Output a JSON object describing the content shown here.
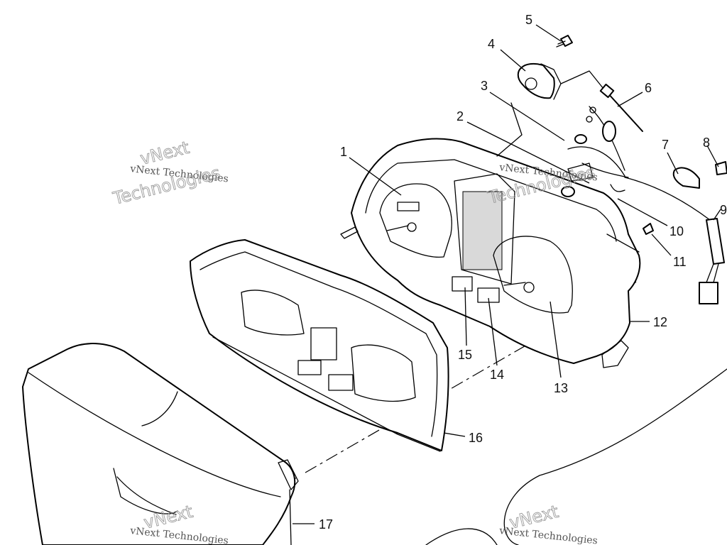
{
  "callouts": {
    "p1": "1",
    "p2": "2",
    "p3": "3",
    "p4": "4",
    "p5": "5",
    "p6": "6",
    "p7": "7",
    "p8": "8",
    "p9": "9",
    "p10": "10",
    "p11": "11",
    "p12": "12",
    "p13": "13",
    "p14": "14",
    "p15": "15",
    "p16": "16",
    "p17": "17"
  },
  "watermark": {
    "line_small": "vNext Technologies",
    "word_large_1": "vNext",
    "word_large_2": "Technologies"
  }
}
